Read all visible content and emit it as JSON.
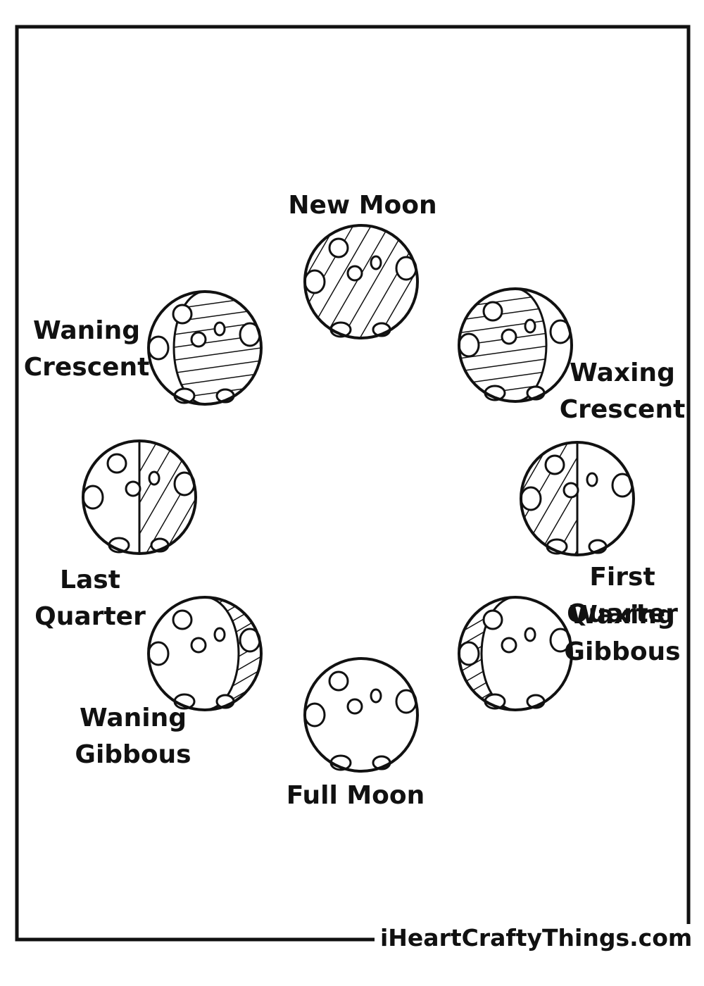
{
  "title": "",
  "phases": [
    {
      "id": "new-moon",
      "label_lines": [
        "New Moon"
      ],
      "shade": "full"
    },
    {
      "id": "waxing-crescent",
      "label_lines": [
        "Waxing",
        "Crescent"
      ],
      "shade": "gibbous-left"
    },
    {
      "id": "first-quarter",
      "label_lines": [
        "First",
        "Quarter"
      ],
      "shade": "half-left"
    },
    {
      "id": "waxing-gibbous",
      "label_lines": [
        "Waxing",
        "Gibbous"
      ],
      "shade": "crescent-left"
    },
    {
      "id": "full-moon",
      "label_lines": [
        "Full Moon"
      ],
      "shade": "none"
    },
    {
      "id": "waning-gibbous",
      "label_lines": [
        "Waning",
        "Gibbous"
      ],
      "shade": "crescent-right"
    },
    {
      "id": "last-quarter",
      "label_lines": [
        "Last",
        "Quarter"
      ],
      "shade": "half-right"
    },
    {
      "id": "waning-crescent",
      "label_lines": [
        "Waning",
        "Crescent"
      ],
      "shade": "gibbous-right"
    }
  ],
  "footer": {
    "text": "iHeartCraftyThings.com"
  },
  "colors": {
    "line": "#111111",
    "paper": "#ffffff"
  }
}
